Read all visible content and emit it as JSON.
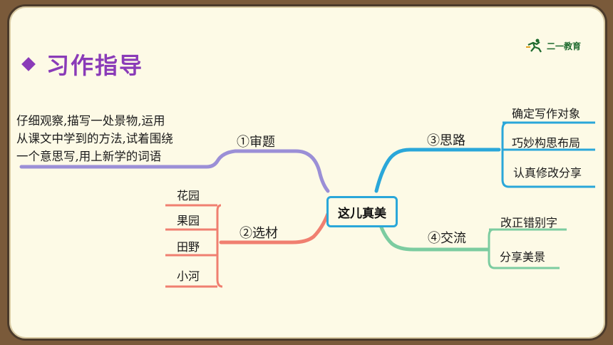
{
  "heading": {
    "title": "习作指导"
  },
  "logo": {
    "brand": "二一教育"
  },
  "colors": {
    "purple": "#8a3bb8",
    "blue": "#2aa7d9",
    "red": "#f07f70",
    "green": "#7ccca0",
    "branch_purple": "#9b8fd6"
  },
  "mindmap": {
    "center": "这儿真美",
    "branch1": {
      "label": "①审题",
      "desc": [
        "仔细观察,描写一处景物,运用",
        "从课文中学到的方法,试着围绕",
        "一个意思写,用上新学的词语"
      ]
    },
    "branch2": {
      "label": "②选材",
      "items": [
        "花园",
        "果园",
        "田野",
        "小河"
      ]
    },
    "branch3": {
      "label": "③思路",
      "items": [
        "确定写作对象",
        "巧妙构思布局",
        "认真修改分享"
      ]
    },
    "branch4": {
      "label": "④交流",
      "items": [
        "改正错别字",
        "分享美景"
      ]
    }
  }
}
